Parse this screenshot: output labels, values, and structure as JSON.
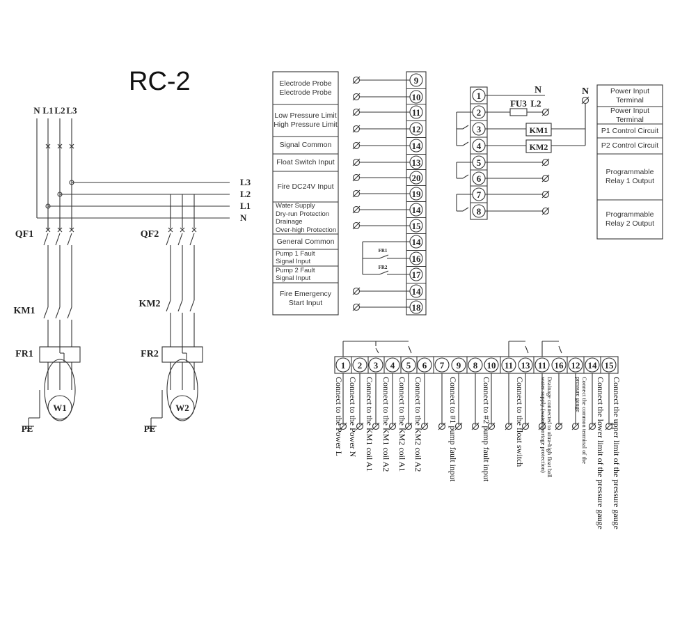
{
  "title": "RC-2",
  "power_schematic": {
    "supply_labels": [
      "N",
      "L1",
      "L2",
      "L3"
    ],
    "bus_labels": [
      "L3",
      "L2",
      "L1",
      "N"
    ],
    "branch1": {
      "breaker": "QF1",
      "contactor": "KM1",
      "relay": "FR1",
      "motor": "W1",
      "ground": "PE"
    },
    "branch2": {
      "breaker": "QF2",
      "contactor": "KM2",
      "relay": "FR2",
      "motor": "W2",
      "ground": "PE"
    }
  },
  "signal_block": {
    "labels": [
      "Electrode Probe\nElectrode Probe",
      "Low Pressure Limit\nHigh Pressure Limit",
      "Signal Common",
      "Float Switch Input",
      "Fire DC24V Input",
      "Water Supply\nDry-run Protection\nDrainage\nOver-high Protection",
      "General Common",
      "Pump 1 Fault\nSignal Input",
      "Pump 2 Fault\nSignal Input",
      "Fire Emergency\nStart Input"
    ],
    "terminals": [
      "9",
      "10",
      "11",
      "12",
      "14",
      "13",
      "20",
      "19",
      "14",
      "15",
      "14",
      "16",
      "17",
      "14",
      "18"
    ],
    "fault_contacts": [
      "FR1",
      "FR2"
    ]
  },
  "control_block": {
    "terminals": [
      "1",
      "2",
      "3",
      "4",
      "5",
      "6",
      "7",
      "8"
    ],
    "components": {
      "n_label": "N",
      "n_label2": "N",
      "fuse": "FU3",
      "l2": "L2",
      "coil1": "KM1",
      "coil2": "KM2"
    },
    "labels": [
      "Power Input\nTerminal",
      "Power Input\nTerminal",
      "P1 Control Circuit",
      "P2 Control Circuit",
      "Programmable\nRelay 1 Output",
      "Programmable\nRelay 2 Output"
    ]
  },
  "bottom_strip": {
    "terminals": [
      "1",
      "2",
      "3",
      "4",
      "5",
      "6",
      "7",
      "9",
      "8",
      "10",
      "11",
      "13",
      "11",
      "16",
      "12",
      "14",
      "15"
    ],
    "descriptions": [
      "Connect to the Power L",
      "Connect to the Power N",
      "Connect to the KM1 coil A1",
      "Connect to the KM1 coil A2",
      "Connect to the KM2 coil A1",
      "Connect to the KM2 coil A2",
      "Connect to #1 pump fault input",
      "Connect to #2 pump fault input",
      "Connect to the float switch",
      "Drainage connected to ultra-high float ball water supply (water shortage protection)",
      "Connect the common terminal of the pressure gauge",
      "Connect the lower limit of the pressure gauge",
      "Connect the upper limit of the pressure gauge"
    ]
  }
}
